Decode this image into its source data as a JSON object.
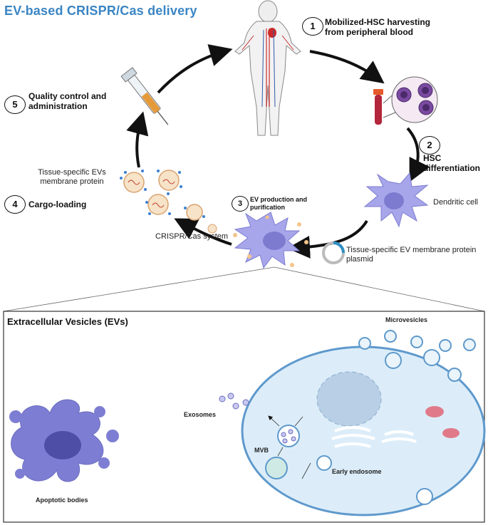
{
  "title": "EV-based CRISPR/Cas delivery",
  "steps": [
    {
      "num": "1",
      "label": "Mobilized-HSC harvesting from peripheral blood"
    },
    {
      "num": "2",
      "label": "HSC differentiation"
    },
    {
      "num": "3",
      "label": "EV production and purification"
    },
    {
      "num": "4",
      "label": "Cargo-loading"
    },
    {
      "num": "5",
      "label": "Quality control and administration"
    }
  ],
  "labels": {
    "dendritic_cell": "Dendritic cell",
    "plasmid": "Tissue-specific EV membrane protein plasmid",
    "crispr": "CRISPR/Cas system",
    "membrane_protein": "Tissue-specific EVs membrane protein"
  },
  "ev_box": {
    "title": "Extracellular Vesicles (EVs)",
    "microvesicles": "Microvesicles",
    "exosomes": "Exosomes",
    "mvb": "MVB",
    "early_endosome": "Early endosome",
    "apoptotic_bodies": "Apoptotic bodies"
  },
  "colors": {
    "title": "#3a85c4",
    "cell_purple": "#9f9ee6",
    "nucleus_purple": "#6f6ecf",
    "cell_blue": "#d9ecf8",
    "cell_border": "#6aa6d4"
  }
}
